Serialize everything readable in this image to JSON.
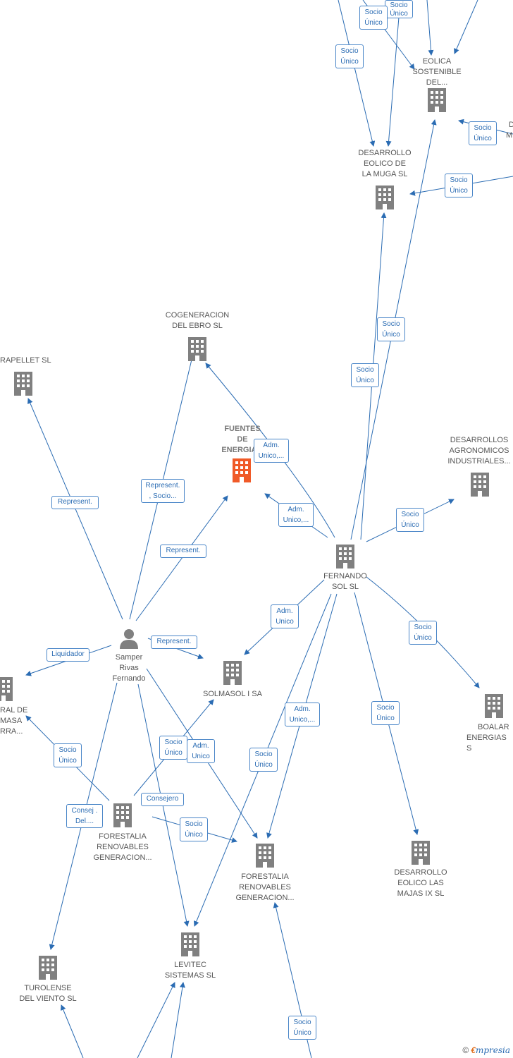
{
  "nodes": {
    "eolica_sostenible": [
      "EOLICA",
      "SOSTENIBLE",
      "DEL..."
    ],
    "desarrollo_muga": [
      "DESARROLLO",
      "EOLICO DE",
      "LA MUGA SL"
    ],
    "cogeneracion_ebro": [
      "COGENERACION",
      "DEL EBRO  SL"
    ],
    "rapellet": [
      "RAPELLET  SL"
    ],
    "fuentes_energia": [
      "FUENTES",
      "DE",
      "ENERGIA..."
    ],
    "desarrollos_agronomicos": [
      "DESARROLLOS",
      "AGRONOMICOS",
      "INDUSTRIALES..."
    ],
    "fernando_sol": [
      "FERNANDO",
      "SOL SL"
    ],
    "samper_rivas": [
      "Samper",
      "Rivas",
      "Fernando"
    ],
    "solmasol": [
      "SOLMASOL I SA"
    ],
    "central_biomasa": [
      "RAL DE",
      "MASA",
      "RRA..."
    ],
    "boalar_energias": [
      "BOALAR",
      "ENERGIAS  S"
    ],
    "forestalia_left": [
      "FORESTALIA",
      "RENOVABLES",
      "GENERACION..."
    ],
    "forestalia_mid": [
      "FORESTALIA",
      "RENOVABLES",
      "GENERACION..."
    ],
    "desarrollo_majas": [
      "DESARROLLO",
      "EOLICO LAS",
      "MAJAS IX  SL"
    ],
    "levitec": [
      "LEVITEC",
      "SISTEMAS  SL"
    ],
    "turolense": [
      "TUROLENSE",
      "DEL VIENTO SL"
    ],
    "partial_right": [
      "D",
      "M"
    ]
  },
  "relations": {
    "r_top1": [
      "Socio",
      "Único"
    ],
    "r_top2": [
      "Socio",
      "Único"
    ],
    "r_top3": [
      "Socio",
      "Único"
    ],
    "r_top4": [
      "Socio",
      "Único"
    ],
    "r_top5": [
      "Socio",
      "Único"
    ],
    "r_fs_muga": [
      "Socio",
      "Único"
    ],
    "r_fs_eolica": [
      "Socio",
      "Único"
    ],
    "r_adm1": [
      "Adm.",
      "Unico,..."
    ],
    "r_adm2": [
      "Adm.",
      "Unico,..."
    ],
    "r_agro": [
      "Socio",
      "Único"
    ],
    "r_repr1": [
      "Represent."
    ],
    "r_repr2": [
      "Represent.",
      ", Socio..."
    ],
    "r_repr3": [
      "Represent."
    ],
    "r_repr4": [
      "Represent."
    ],
    "r_liq": [
      "Liquidador"
    ],
    "r_adm3": [
      "Adm.",
      "Unico"
    ],
    "r_boalar": [
      "Socio",
      "Único"
    ],
    "r_adm4": [
      "Adm.",
      "Unico,..."
    ],
    "r_majas": [
      "Socio",
      "Único"
    ],
    "r_fs_lev": [
      "Socio",
      "Único"
    ],
    "r_biomasa": [
      "Socio",
      "Único"
    ],
    "r_socio_sol": [
      "Socio",
      "Único"
    ],
    "r_adm5": [
      "Adm.",
      "Unico"
    ],
    "r_consej_del": [
      "Consej .",
      "Del...."
    ],
    "r_consejero": [
      "Consejero"
    ],
    "r_forest": [
      "Socio",
      "Único"
    ],
    "r_bottom": [
      "Socio",
      "Único"
    ]
  },
  "logo": {
    "copyright": "©",
    "brand_initial": "€",
    "brand_rest": "mpresia"
  },
  "colors": {
    "node": "#808080",
    "main_node": "#f05a28",
    "edge": "#2b6cb3",
    "label_border": "#4a86c8"
  }
}
